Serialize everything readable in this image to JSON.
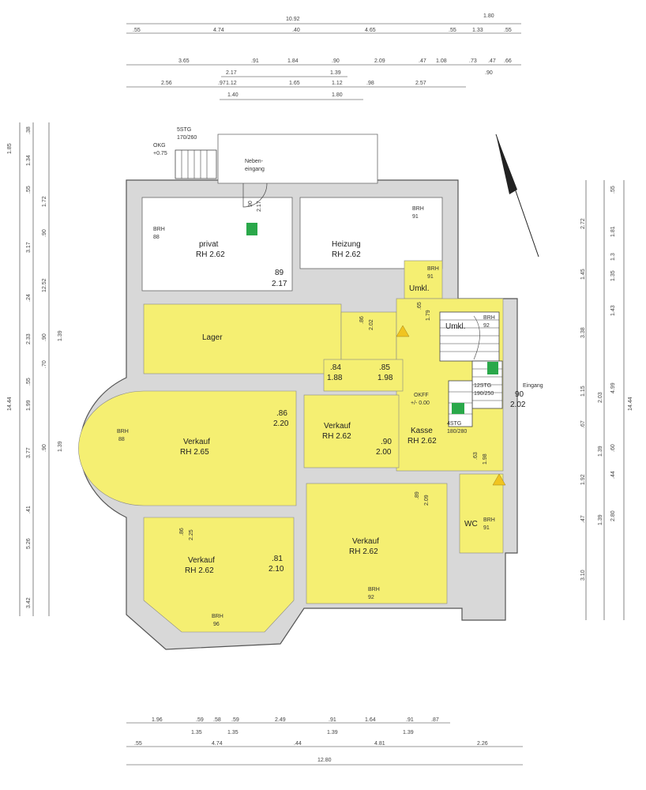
{
  "top_dims": {
    "row1": [
      "10.92",
      "1.80"
    ],
    "row2": [
      ".55",
      "4.74",
      ".40",
      "4.65",
      ".55",
      "1.33",
      ".55"
    ],
    "row3": [
      "3.65",
      ".91",
      "1.84",
      ".90",
      "2.09",
      ".47",
      "1.08",
      ".73",
      ".47",
      ".66"
    ],
    "row4": [
      "2.17",
      "1.39",
      ".90"
    ],
    "row5": [
      "2.56",
      ".97",
      "1.12",
      "1.65",
      "1.12",
      ".98",
      "2.57"
    ],
    "row6": [
      "1.40",
      "1.80"
    ]
  },
  "bottom_dims": {
    "row1": [
      "1.96",
      ".59",
      ".58",
      ".59",
      "2.49",
      ".91",
      "1.64",
      ".91",
      ".87"
    ],
    "row1b": [
      "1.35",
      "1.35",
      "1.39",
      "1.39"
    ],
    "row2": [
      ".55",
      "4.74",
      ".44",
      "4.81",
      "2.26"
    ],
    "row3": [
      "12.80"
    ]
  },
  "left_dims": {
    "outer": [
      "1.85",
      "14.44"
    ],
    "mid": [
      ".38",
      "1.34",
      ".55",
      "3.17",
      ".24",
      "2.33",
      ".55",
      "1.99",
      "3.77",
      ".41",
      "5.26",
      "3.42"
    ],
    "inner": [
      "1.72",
      ".90",
      "12.52",
      ".90",
      "1.39",
      ".70",
      ".90",
      "1.39"
    ]
  },
  "right_dims": {
    "outer": [
      "14.44"
    ],
    "mid": [
      ".55",
      "2.72",
      "1.45",
      "3.38",
      "1.15",
      "2.03",
      ".67",
      "1.92",
      ".47",
      "3.10"
    ],
    "inner": [
      "1.81",
      "1.3",
      "1.35",
      "1.43",
      "4.99",
      "1.39",
      ".60",
      ".44",
      "2.80",
      "1.39"
    ]
  },
  "labels": {
    "stairs_top": "5STG",
    "stairs_top_size": "170/260",
    "okg": "OKG",
    "okg_val": "+0.75",
    "neben": "Neben-",
    "eingang": "eingang",
    "door_90": "90",
    "door_217": "2.17",
    "brh_privat": "BRH",
    "brh_privat_val": "88",
    "privat": "privat",
    "privat_rh": "RH 2.62",
    "heizung": "Heizung",
    "heizung_rh": "RH 2.62",
    "brh_heizung": "BRH",
    "brh_heizung_val": "91",
    "door_89": "89",
    "door_89_h": "2.17",
    "umkl1": "Umkl.",
    "brh_umkl": "BRH",
    "brh_umkl_val": "91",
    "door_65": ".65",
    "door_179": "1.79",
    "umkl2": "Umkl.",
    "brh_stair": "BRH",
    "brh_stair_val": "92",
    "lager": "Lager",
    "door_86a": ".86",
    "door_202": "2.02",
    "door_84": ".84",
    "door_188": "1.88",
    "door_85": ".85",
    "door_198a": "1.98",
    "okff": "OKFF",
    "okff_val": "+/- 0.00",
    "stg12": "12STG",
    "stg12_size": "190/250",
    "stg4": "4STG",
    "stg4_size": "180/280",
    "eingang_main": "Eingang",
    "door_90e": "90",
    "door_202e": "2.02",
    "brh_v1": "BRH",
    "brh_v1_val": "88",
    "verkauf1": "Verkauf",
    "verkauf1_rh": "RH 2.65",
    "door_86b": ".86",
    "door_220": "2.20",
    "verkauf2": "Verkauf",
    "verkauf2_rh": "RH 2.62",
    "door_90b": ".90",
    "door_200": "2.00",
    "kasse": "Kasse",
    "kasse_rh": "RH 2.62",
    "door_63": ".63",
    "door_198b": "1.98",
    "door_89b": ".89",
    "door_209": "2.09",
    "wc": "WC",
    "brh_wc": "BRH",
    "brh_wc_val": "91",
    "door_86c": ".86",
    "door_225": "2.25",
    "verkauf3": "Verkauf",
    "verkauf3_rh": "RH 2.62",
    "door_81": ".81",
    "door_210": "2.10",
    "verkauf4": "Verkauf",
    "verkauf4_rh": "RH 2.62",
    "brh_v4": "BRH",
    "brh_v4_val": "92",
    "brh_v3": "BRH",
    "brh_v3_val": "96"
  },
  "colors": {
    "yellow": "#f5ef72",
    "wall": "#d8d8d8",
    "exit_green": "#2aa84a"
  }
}
